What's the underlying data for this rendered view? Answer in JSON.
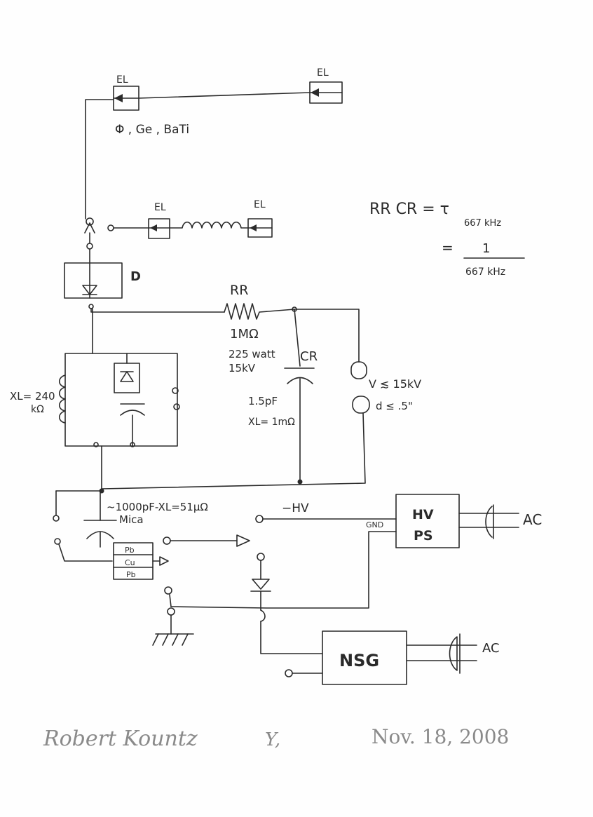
{
  "labels": {
    "electrode_top_left": "EL",
    "electrode_top_right": "EL",
    "materials": "Φ , Ge , BaTi",
    "electrode_mid_left": "EL",
    "electrode_mid_right": "EL",
    "diode_label": "D",
    "resistor_name": "RR",
    "resistor_value": "1MΩ",
    "resistor_power": "225 watt",
    "resistor_voltage": "15kV",
    "cap_name": "CR",
    "cap_value": "1.5pF",
    "cap_reactance": "XL= 1mΩ",
    "inductor_reactance": "XL= 240",
    "inductor_unit": "kΩ",
    "gap_voltage": "V ≲ 15kV",
    "gap_distance": "d ≤ .5\"",
    "formula_line1": "RR CR = τ",
    "formula_line1_sub": "667 kHz",
    "formula_line2_eq": "=",
    "formula_numerator": "1",
    "formula_denominator": "667 kHz",
    "mica_cap": "~1000pF-XL=51μΩ",
    "mica_label": "Mica",
    "neg_hv": "−HV",
    "gnd": "GND",
    "hv_ps_line1": "HV",
    "hv_ps_line2": "PS",
    "ac_top": "AC",
    "nsg": "NSG",
    "ac_bottom": "AC",
    "stack_pb_top": "Pb",
    "stack_cu": "Cu",
    "stack_pb_bottom": "Pb"
  },
  "footer": {
    "author": "Robert Kountz",
    "initial": "Y,",
    "date": "Nov. 18, 2008"
  }
}
